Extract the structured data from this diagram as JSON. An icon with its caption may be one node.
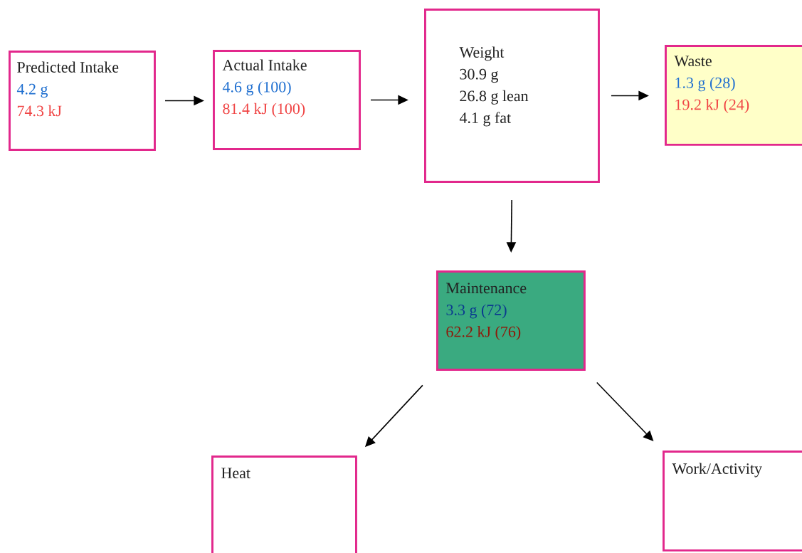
{
  "diagram": {
    "nodes": [
      {
        "text": [
          "Predicted Intake",
          "4.2 g",
          "74.3 kJ"
        ]
      },
      {
        "text": [
          "Actual Intake",
          "4.6 g (100)",
          "81.4 kJ (100)"
        ]
      },
      {
        "text": [
          "Weight",
          "30.9 g",
          "26.8 g lean",
          "4.1 g fat"
        ]
      },
      {
        "text": [
          "Waste",
          "1.3 g (28)",
          "19.2 kJ (24)"
        ]
      },
      {
        "text": [
          "Maintenance",
          "3.3 g (72)",
          "62.2 kJ (76)"
        ]
      },
      {
        "text": [
          "Heat"
        ]
      },
      {
        "text": [
          "Work/Activity"
        ]
      }
    ],
    "edges": [
      {
        "from": 0,
        "to": 1,
        "arrow": "to"
      },
      {
        "from": 1,
        "to": 2,
        "arrow": "to"
      },
      {
        "from": 2,
        "to": 3,
        "arrow": "to"
      },
      {
        "from": 2,
        "to": 4,
        "arrow": "to"
      },
      {
        "from": 4,
        "to": 5,
        "arrow": "to"
      },
      {
        "from": 4,
        "to": 6,
        "arrow": "to"
      }
    ]
  }
}
